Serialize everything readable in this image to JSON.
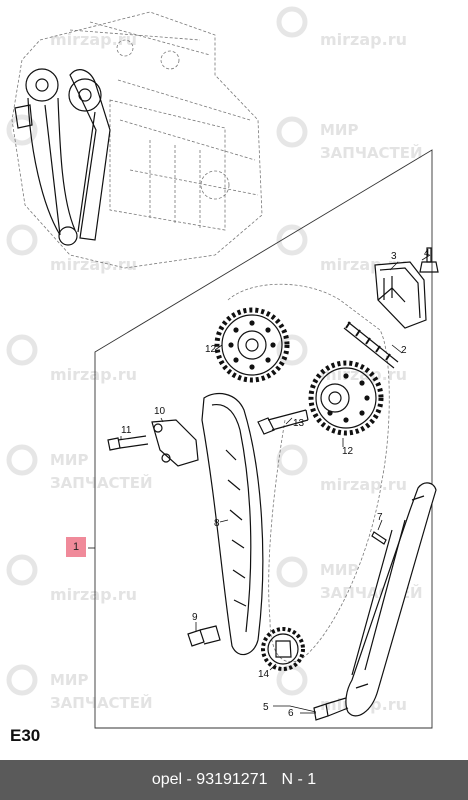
{
  "watermark": {
    "brand_latin": "mirzap.ru",
    "brand_cyr_top": "МИР",
    "brand_cyr_bottom": "ЗАПЧАСТЕЙ"
  },
  "callouts": {
    "c1": "1",
    "c2": "2",
    "c3": "3",
    "c4": "4",
    "c5": "5",
    "c6": "6",
    "c7": "7",
    "c8": "8",
    "c9": "9",
    "c10": "10",
    "c11": "11",
    "c12a": "12",
    "c12b": "12",
    "c13": "13",
    "c14": "14"
  },
  "section_code": "E30",
  "footer": {
    "brand_part": "opel - 93191271",
    "page": "N - 1"
  },
  "colors": {
    "badge": "#f08a9a",
    "footer_bg": "#5a5a5a",
    "watermark": "#e3e3e3"
  }
}
